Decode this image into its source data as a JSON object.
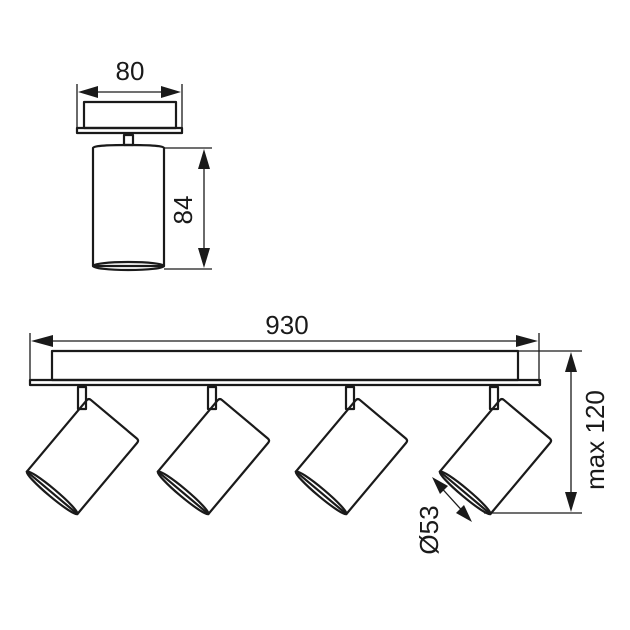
{
  "side_view": {
    "width_label": "80",
    "height_label": "84"
  },
  "front_view": {
    "length_label": "930",
    "max_height_label": "max 120",
    "diameter_label": "Ø53",
    "spot_count": 4
  },
  "colors": {
    "line": "#1a1a1a",
    "background": "#ffffff"
  }
}
